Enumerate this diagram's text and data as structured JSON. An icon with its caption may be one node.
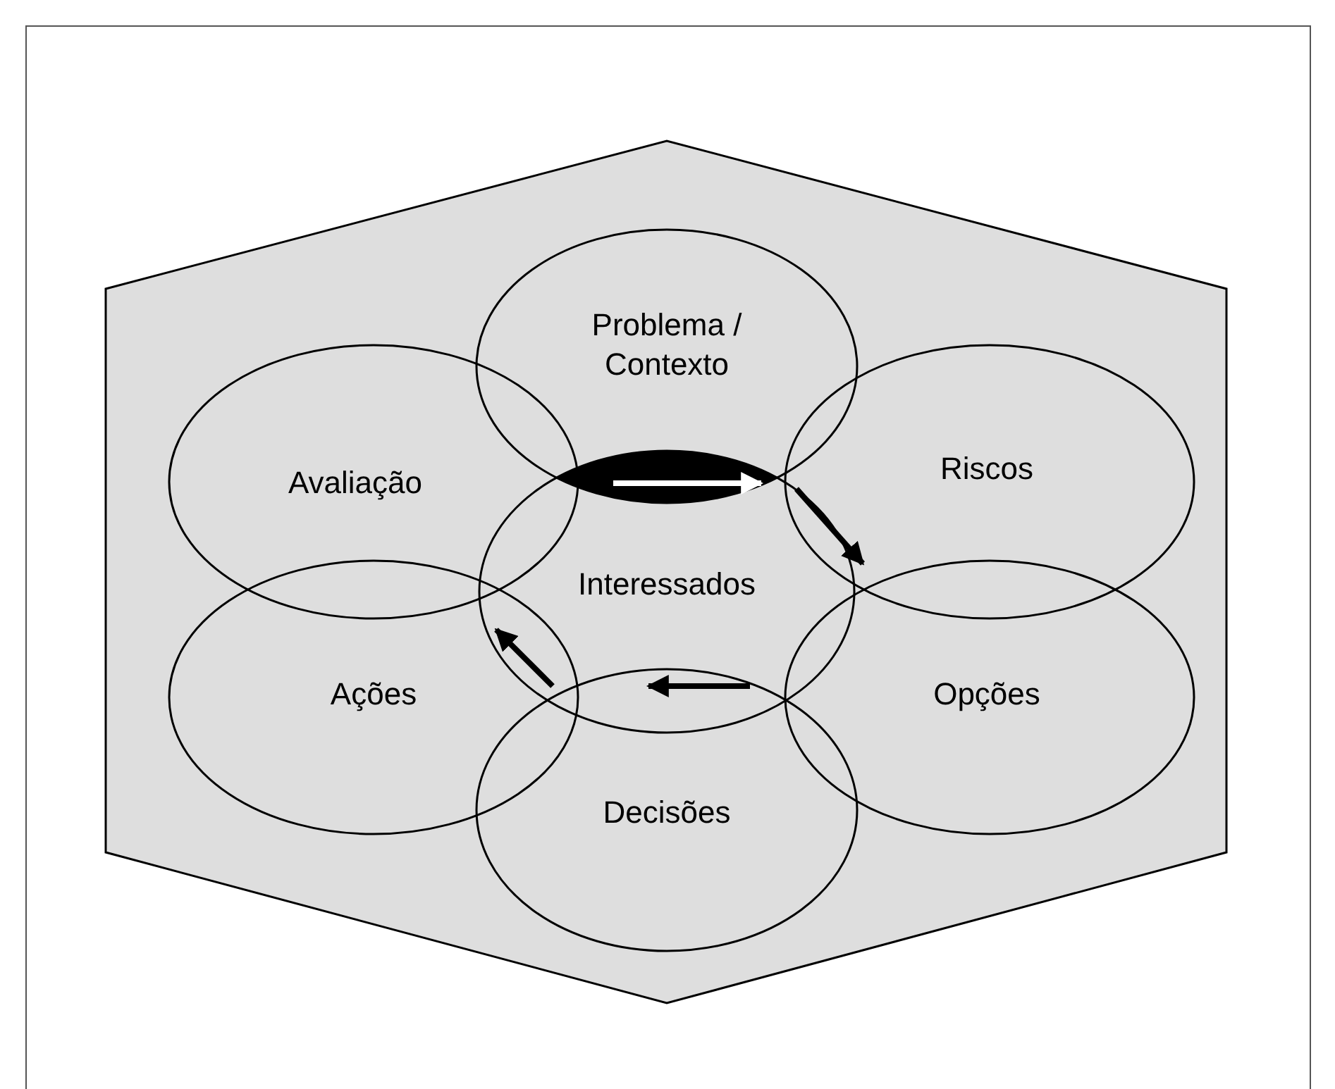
{
  "diagram": {
    "nodes": [
      {
        "text": [],
        "shape": "hexagon"
      },
      {
        "text": [
          "Problema / Contexto"
        ],
        "in": 0
      },
      {
        "text": [
          "Avaliação"
        ],
        "in": 0
      },
      {
        "text": [
          "Riscos"
        ],
        "in": 0
      },
      {
        "text": [
          "Interessados"
        ],
        "in": 0
      },
      {
        "text": [
          "Ações"
        ],
        "in": 0
      },
      {
        "text": [
          "Opções"
        ],
        "in": 0
      },
      {
        "text": [
          "Decisões"
        ],
        "in": 0
      }
    ]
  }
}
